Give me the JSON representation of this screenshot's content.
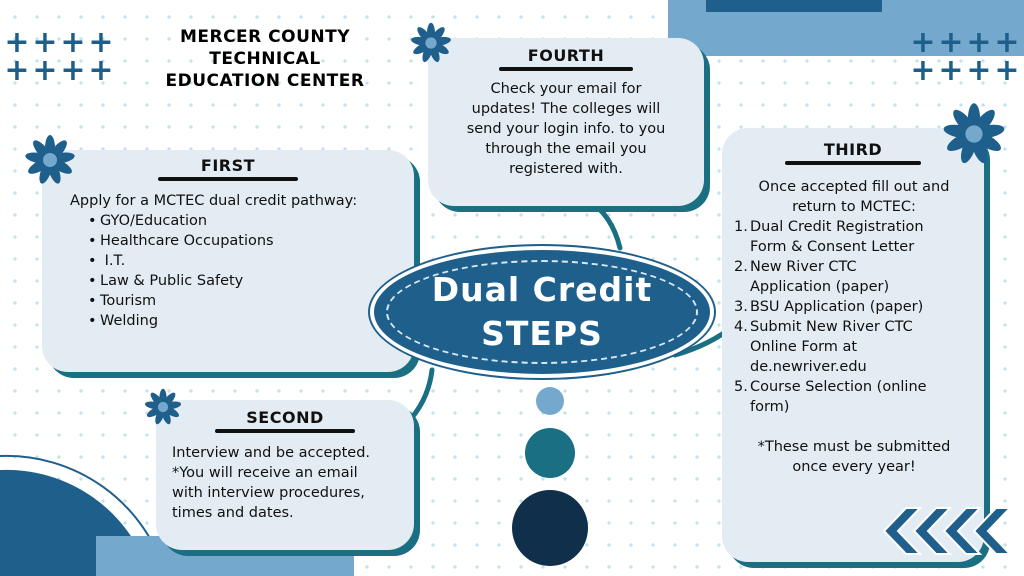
{
  "header": {
    "title_line1": "MERCER COUNTY",
    "title_line2": "TECHNICAL",
    "title_line3": "EDUCATION CENTER"
  },
  "center": {
    "line1": "Dual Credit",
    "line2": "STEPS"
  },
  "first": {
    "title": "FIRST",
    "intro": "Apply for a MCTEC dual credit pathway:",
    "pathways": [
      "GYO/Education",
      "Healthcare Occupations",
      " I.T.",
      "Law & Public Safety",
      "Tourism",
      "Welding"
    ]
  },
  "second": {
    "title": "SECOND",
    "line1": "Interview and be accepted.",
    "line2": "*You will receive an email",
    "line3": "with interview procedures,",
    "line4": "times and dates."
  },
  "third": {
    "title": "THIRD",
    "intro1": "Once accepted fill out and",
    "intro2": "return to MCTEC:",
    "items": [
      {
        "num": "1.",
        "l1": "Dual Credit Registration",
        "l2": "Form & Consent Letter"
      },
      {
        "num": "2.",
        "l1": "New River CTC",
        "l2": "Application (paper)"
      },
      {
        "num": "3.",
        "l1": "BSU Application (paper)",
        "l2": ""
      },
      {
        "num": "4.",
        "l1": "Submit New River CTC",
        "l2": "Online Form at",
        "l3": "de.newriver.edu"
      },
      {
        "num": "5.",
        "l1": "Course Selection (online",
        "l2": "form)"
      }
    ],
    "note1": "*These must be submitted",
    "note2": "once every year!"
  },
  "fourth": {
    "title": "FOURTH",
    "line1": "Check your email for",
    "line2": "updates! The colleges will",
    "line3": "send your login info. to you",
    "line4": "through the email you",
    "line5": "registered with."
  },
  "colors": {
    "navy": "#1f5f8c",
    "teal": "#1a6f83",
    "card": "#e2ecf2",
    "light_blue": "#74a8cc",
    "dots": "#bfe2ec"
  },
  "icons": [
    "plus-icon",
    "flower-icon",
    "arrow-icon",
    "chevron-icon"
  ]
}
